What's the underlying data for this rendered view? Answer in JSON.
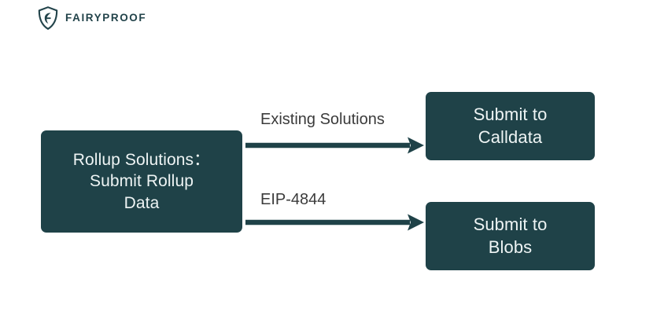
{
  "brand": {
    "name": "FAIRYPROOF",
    "logo_icon": "shield-f-icon",
    "color": "#22434a"
  },
  "theme": {
    "background": "#ffffff",
    "node_fill": "#1f4248",
    "node_text": "#eef4f4",
    "edge_color": "#1f4248",
    "edge_label_text": "#3b3b3b"
  },
  "diagram": {
    "type": "flow",
    "nodes": [
      {
        "id": "rollup-solutions",
        "label": "Rollup Solutions：\nSubmit Rollup\nData"
      },
      {
        "id": "submit-to-calldata",
        "label": "Submit to\nCalldata"
      },
      {
        "id": "submit-to-blobs",
        "label": "Submit to\nBlobs"
      }
    ],
    "edges": [
      {
        "id": "edge-existing-solutions",
        "label": "Existing Solutions",
        "from": "rollup-solutions",
        "to": "submit-to-calldata"
      },
      {
        "id": "edge-eip-4844",
        "label": "EIP-4844",
        "from": "rollup-solutions",
        "to": "submit-to-blobs"
      }
    ]
  }
}
